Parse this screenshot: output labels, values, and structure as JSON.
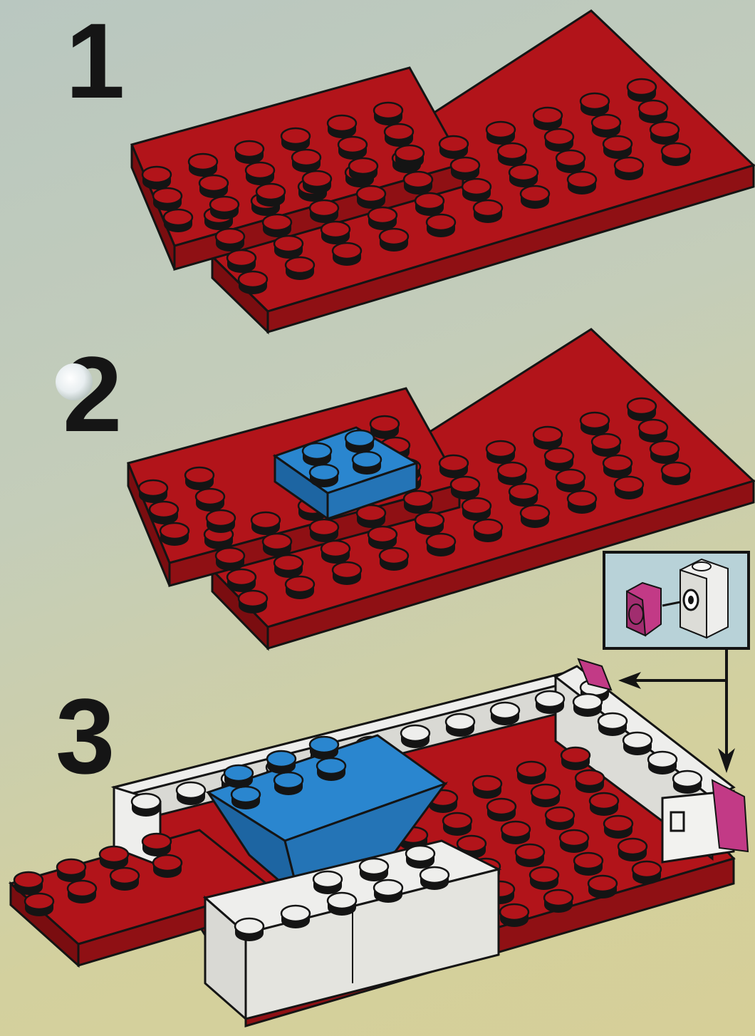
{
  "steps": [
    {
      "number": "1"
    },
    {
      "number": "2"
    },
    {
      "number": "3"
    }
  ],
  "colors": {
    "red_brick": "#b2141a",
    "red_shadow": "#7a0d10",
    "blue_brick": "#2a86cf",
    "white_brick": "#eeeeec",
    "magenta_part": "#c23a86",
    "inset_bg": "#b8d2d8",
    "outline": "#141414"
  },
  "icons": [
    "red-plate-icon",
    "blue-brick-icon",
    "white-brick-icon",
    "hinge-part-icon",
    "arrow-icon"
  ]
}
